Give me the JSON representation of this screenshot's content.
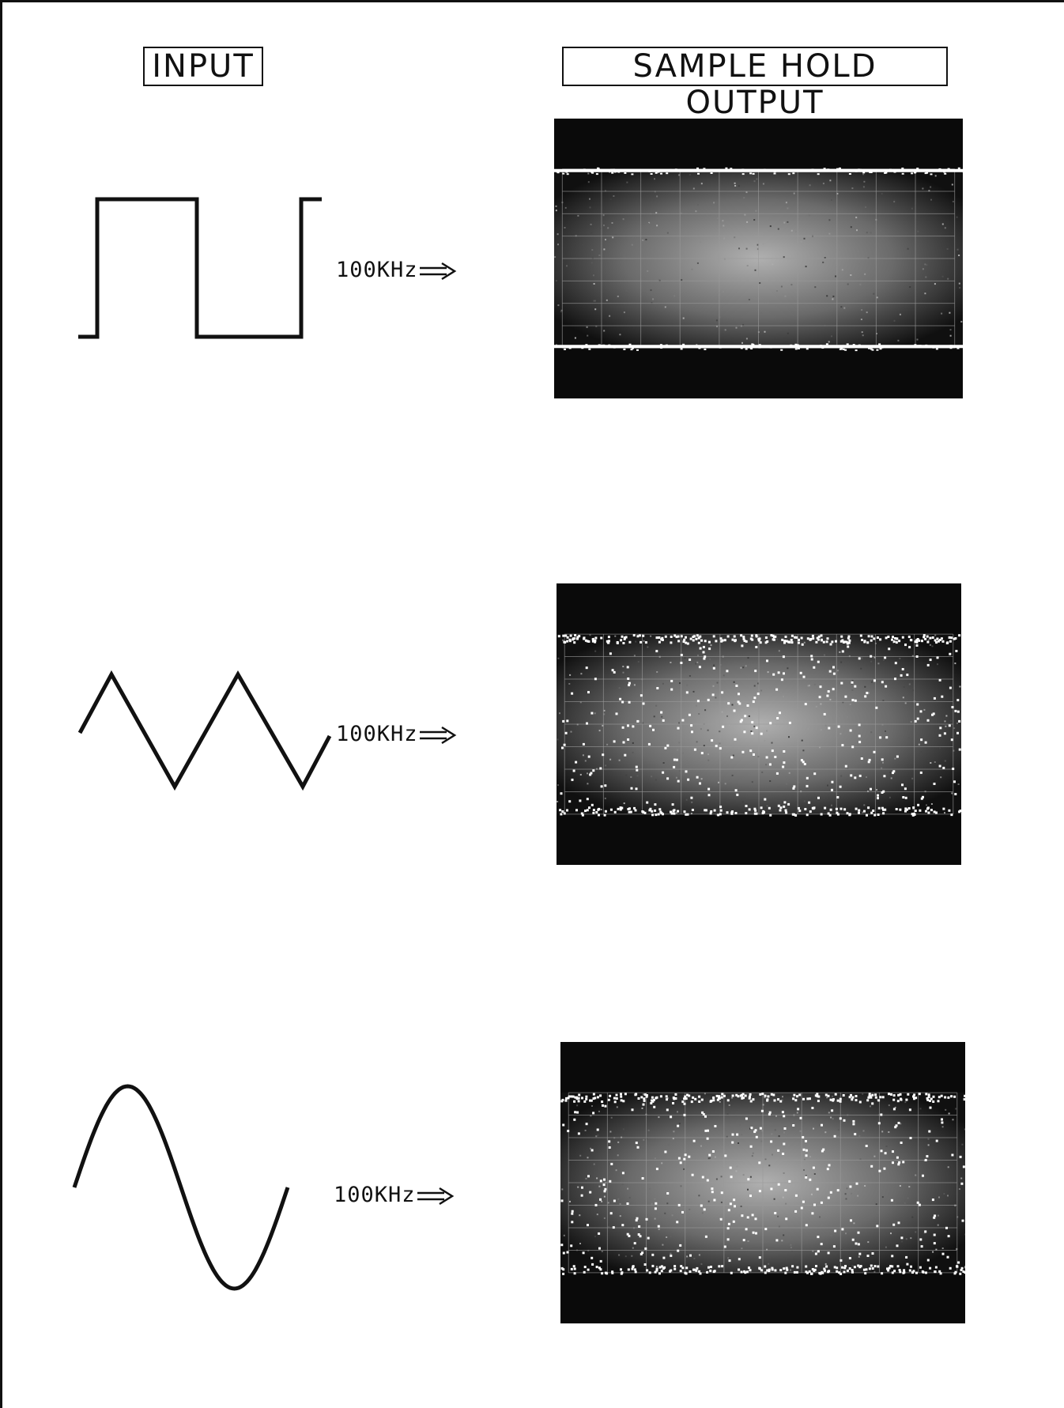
{
  "headers": {
    "input": "INPUT",
    "output": "SAMPLE HOLD OUTPUT"
  },
  "rows": [
    {
      "waveform": "square",
      "frequency": "100KHz",
      "arrow": "double-right-arrow"
    },
    {
      "waveform": "triangle",
      "frequency": "100KHz",
      "arrow": "double-right-arrow"
    },
    {
      "waveform": "sine",
      "frequency": "100KHz",
      "arrow": "double-right-arrow"
    }
  ],
  "colors": {
    "ink": "#111111",
    "scope_background": "#0a0a0a",
    "scope_grid": "#9a9a9a",
    "scope_trace": "#ffffff"
  }
}
